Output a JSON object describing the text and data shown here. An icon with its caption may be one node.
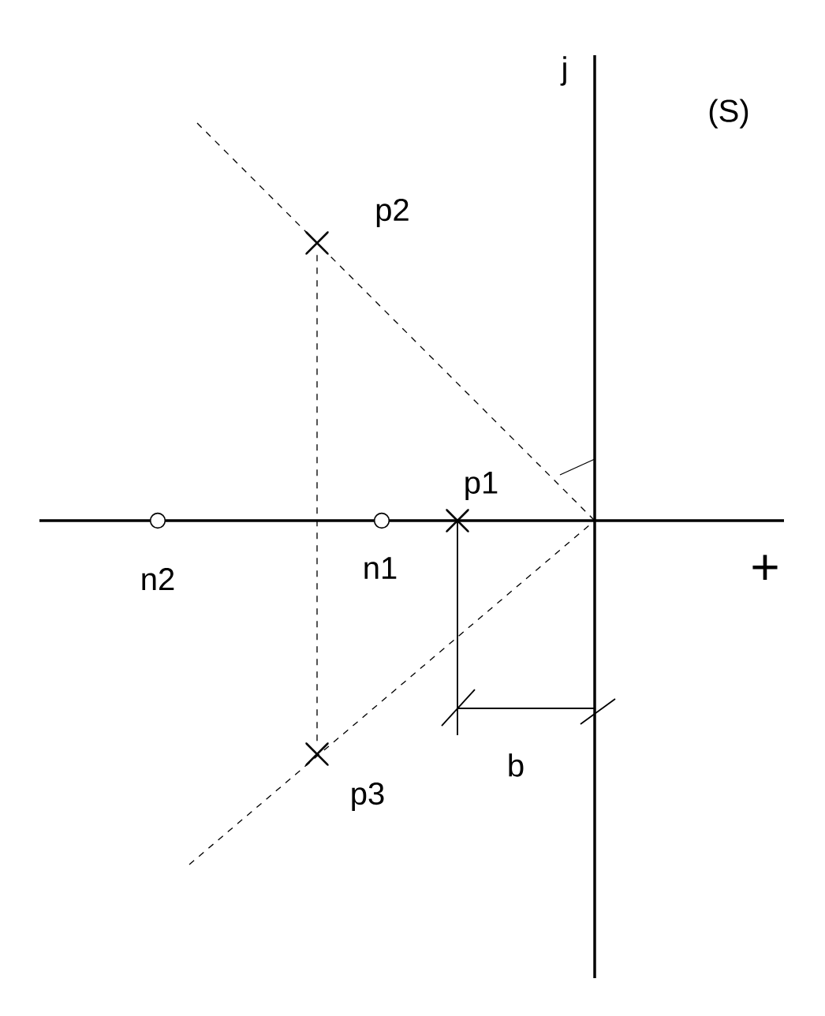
{
  "diagram": {
    "nodes": [
      {
        "text": [],
        "shape": "cross",
        "beside": [
          "p2"
        ]
      },
      {
        "text": [],
        "shape": "circle",
        "beside": [
          "n2"
        ]
      },
      {
        "text": [],
        "shape": "circle",
        "beside": [
          "n1"
        ]
      },
      {
        "text": [],
        "shape": "cross",
        "beside": [
          "p1"
        ]
      },
      {
        "text": [],
        "shape": "cross",
        "beside": [
          "p3"
        ]
      }
    ],
    "edges": [
      {
        "from": 0,
        "to": 4,
        "arrow": "none",
        "style": "dashed"
      }
    ],
    "labels": [
      "j",
      "(S)",
      "+",
      "b"
    ]
  }
}
